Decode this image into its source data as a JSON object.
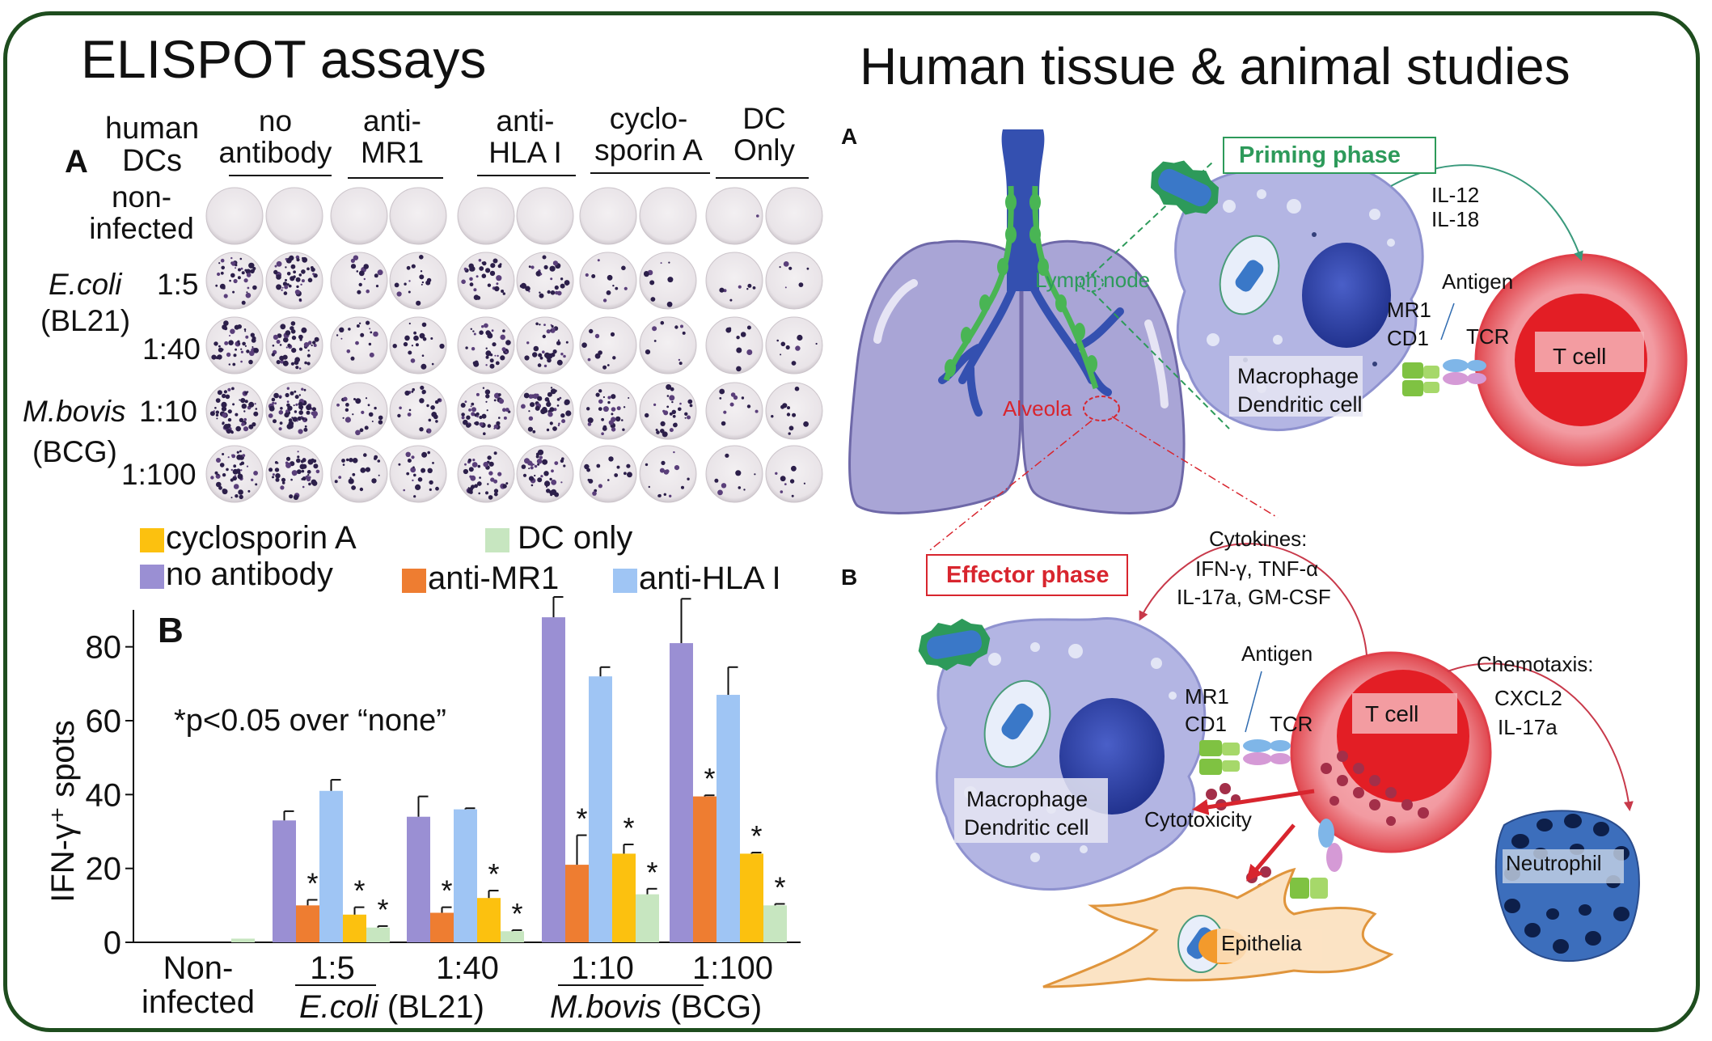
{
  "headings": {
    "left": "ELISPOT assays",
    "right": "Human tissue & animal studies"
  },
  "panel_a_left": {
    "label": "A",
    "row_header": "human\nDCs",
    "columns": [
      "no\nantibody",
      "anti-\nMR1",
      "anti-\nHLA I",
      "cyclo-\nsporin A",
      "DC\nOnly"
    ],
    "rows": [
      {
        "name": "non-\ninfected",
        "ratio": ""
      },
      {
        "name": "E.coli",
        "ratio": "1:5"
      },
      {
        "name": "(BL21)",
        "ratio": "1:40"
      },
      {
        "name": "M.bovis",
        "ratio": "1:10"
      },
      {
        "name": "(BCG)",
        "ratio": "1:100"
      }
    ]
  },
  "legend": [
    {
      "label": "cyclosporin A",
      "color": "#fcc10f"
    },
    {
      "label": "DC only",
      "color": "#c7e6c0"
    },
    {
      "label": "no antibody",
      "color": "#9a8fd3"
    },
    {
      "label": "anti-MR1",
      "color": "#ee7d31"
    },
    {
      "label": "anti-HLA I",
      "color": "#9fc5f4"
    }
  ],
  "chart_data": {
    "type": "bar",
    "panel_label": "B",
    "ylabel": "IFN-γ⁺ spots",
    "annotation": "*p<0.05 over “none”",
    "ylim": [
      0,
      90
    ],
    "yticks": [
      0,
      20,
      40,
      60,
      80
    ],
    "grid": false,
    "legend_position": "top",
    "categories": [
      "Non-infected",
      "1:5",
      "1:40",
      "1:10",
      "1:100"
    ],
    "category_label_lines": [
      [
        "Non-",
        "infected"
      ],
      [
        "1:5"
      ],
      [
        "1:40"
      ],
      [
        "1:10"
      ],
      [
        "1:100"
      ]
    ],
    "group_labels": [
      {
        "italic": "E.coli",
        "rest": " (BL21)",
        "categories": [
          "1:5",
          "1:40"
        ]
      },
      {
        "italic": "M.bovis",
        "rest": " (BCG)",
        "categories": [
          "1:10",
          "1:100"
        ]
      }
    ],
    "series": [
      {
        "name": "no antibody",
        "color": "#9a8fd3",
        "values": [
          0,
          33,
          34,
          88,
          81
        ],
        "errors": [
          0,
          2.5,
          5.5,
          5.5,
          12
        ],
        "significant": [
          false,
          false,
          false,
          false,
          false
        ]
      },
      {
        "name": "anti-MR1",
        "color": "#ee7d31",
        "values": [
          0,
          10,
          8,
          21,
          39.5
        ],
        "errors": [
          0,
          1.5,
          1.5,
          8,
          0.3
        ],
        "significant": [
          false,
          true,
          true,
          true,
          true
        ]
      },
      {
        "name": "anti-HLA I",
        "color": "#9fc5f4",
        "values": [
          0,
          41,
          36,
          72,
          67
        ],
        "errors": [
          0,
          3,
          0.3,
          2.5,
          7.5
        ],
        "significant": [
          false,
          false,
          false,
          false,
          false
        ]
      },
      {
        "name": "cyclosporin A",
        "color": "#fcc10f",
        "values": [
          0,
          7.5,
          12,
          24,
          24
        ],
        "errors": [
          0,
          2,
          2,
          2.5,
          0.3
        ],
        "significant": [
          false,
          true,
          true,
          true,
          true
        ]
      },
      {
        "name": "DC only",
        "color": "#c7e6c0",
        "values": [
          1,
          4,
          3,
          13,
          10
        ],
        "errors": [
          0,
          0.4,
          0.3,
          1.5,
          0.4
        ],
        "significant": [
          false,
          true,
          true,
          true,
          true
        ]
      }
    ]
  },
  "panel_a_right": {
    "label": "A",
    "priming_phase": "Priming phase",
    "lymph_node": "Lymph node",
    "alveola": "Alveola",
    "cytokines_priming": [
      "IL-12",
      "IL-18"
    ],
    "antigen": "Antigen",
    "mr1_cd1": [
      "MR1",
      "CD1"
    ],
    "tcr": "TCR",
    "t_cell": "T cell",
    "macrophage": [
      "Macrophage",
      "Dendritic cell"
    ]
  },
  "panel_b_right": {
    "label": "B",
    "effector_phase": "Effector phase",
    "cytokines": [
      "Cytokines:",
      "IFN-γ, TNF-α",
      "IL-17a, GM-CSF"
    ],
    "antigen": "Antigen",
    "mr1_cd1": [
      "MR1",
      "CD1"
    ],
    "tcr": "TCR",
    "t_cell": "T cell",
    "chemotaxis": [
      "Chemotaxis:",
      "CXCL2",
      "IL-17a"
    ],
    "macrophage": [
      "Macrophage",
      "Dendritic cell"
    ],
    "cytotoxicity": "Cytotoxicity",
    "neutrophil": "Neutrophil",
    "epithelia": "Epithelia"
  }
}
